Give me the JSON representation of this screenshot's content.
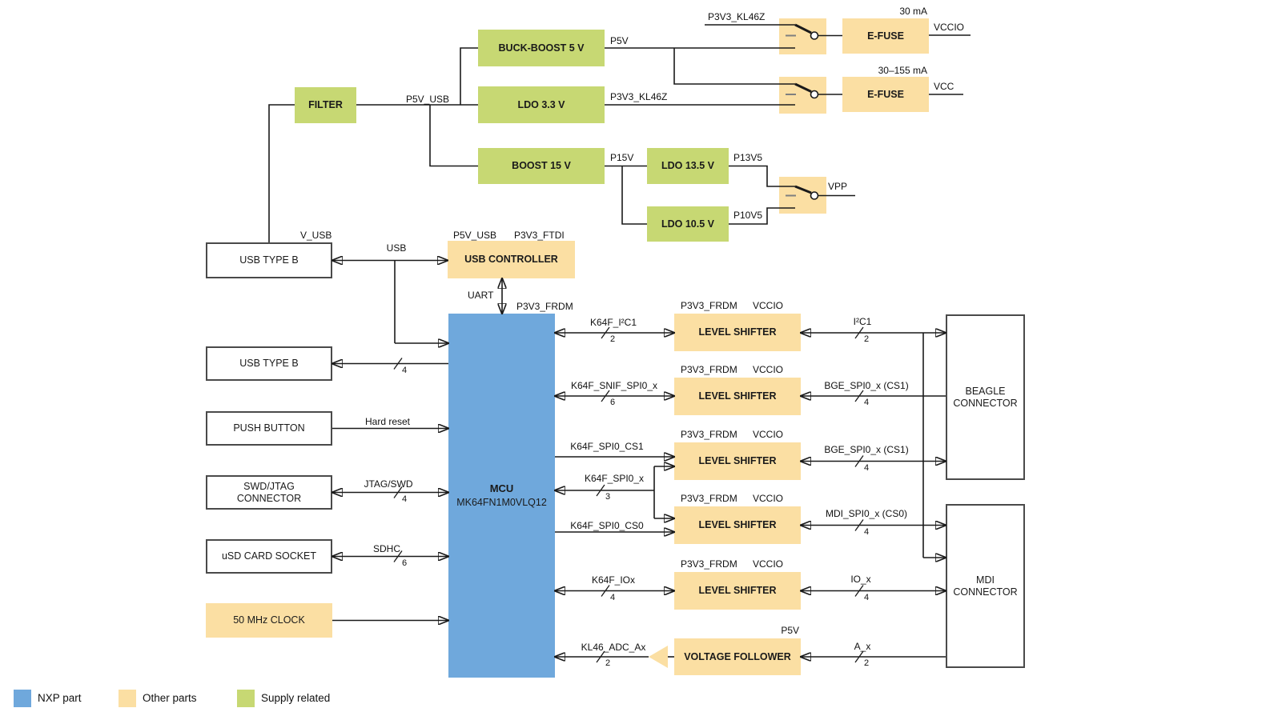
{
  "colors": {
    "nxp_blue": "#6FA8DC",
    "other_orange": "#FBDFA3",
    "supply_green": "#C7D873",
    "wire": "#1A1A1A"
  },
  "power": {
    "filter": "FILTER",
    "v_usb": "V_USB",
    "p5v_usb": "P5V_USB",
    "buck_boost": "BUCK-BOOST 5 V",
    "p5v": "P5V",
    "ldo_3v3": "LDO 3.3 V",
    "p3v3_kl46z": "P3V3_KL46Z",
    "kl46z_switch_input": "P3V3_KL46Z",
    "boost_15": "BOOST 15 V",
    "p15v": "P15V",
    "ldo_13v5": "LDO 13.5 V",
    "p13v5": "P13V5",
    "ldo_10v5": "LDO 10.5 V",
    "p10v5": "P10V5",
    "efuse_vccio": {
      "label": "E-FUSE",
      "rating": "30 mA",
      "output": "VCCIO"
    },
    "efuse_vcc": {
      "label": "E-FUSE",
      "rating": "30–155 mA",
      "output": "VCC"
    },
    "vpp": "VPP"
  },
  "usb": {
    "usb_type_b": "USB TYPE B",
    "bus": "USB",
    "controller": "USB CONTROLLER",
    "p5v_usb": "P5V_USB",
    "p3v3_ftdi": "P3V3_FTDI",
    "uart": "UART"
  },
  "mcu": {
    "title": "MCU",
    "part": "MK64FN1M0VLQ12",
    "supply": "P3V3_FRDM"
  },
  "left_ports": [
    {
      "block": "USB TYPE B",
      "width": "4"
    },
    {
      "block": "PUSH BUTTON",
      "signal": "Hard reset"
    },
    {
      "block": "SWD/JTAG CONNECTOR",
      "signal": "JTAG/SWD",
      "width": "4"
    },
    {
      "block": "uSD CARD SOCKET",
      "signal": "SDHC",
      "width": "6"
    },
    {
      "block": "50 MHz CLOCK"
    }
  ],
  "shifters": [
    {
      "label": "LEVEL SHIFTER",
      "supply_left": "P3V3_FRDM",
      "supply_right": "VCCIO",
      "mcu_signal": "K64F_I²C1",
      "mcu_width": "2",
      "io_signal": "I²C1",
      "io_width": "2"
    },
    {
      "label": "LEVEL SHIFTER",
      "supply_left": "P3V3_FRDM",
      "supply_right": "VCCIO",
      "mcu_signal": "K64F_SNIF_SPI0_x",
      "mcu_width": "6",
      "io_signal": "BGE_SPI0_x (CS1)",
      "io_width": "4"
    },
    {
      "label": "LEVEL SHIFTER",
      "supply_left": "P3V3_FRDM",
      "supply_right": "VCCIO",
      "mcu_signal": "K64F_SPI0_CS1",
      "io_signal": "BGE_SPI0_x (CS1)",
      "io_width": "4"
    },
    {
      "label": "LEVEL SHIFTER",
      "supply_left": "P3V3_FRDM",
      "supply_right": "VCCIO",
      "mcu_signal": "K64F_SPI0_CS0",
      "io_signal": "MDI_SPI0_x (CS0)",
      "io_width": "4"
    },
    {
      "label": "LEVEL SHIFTER",
      "supply_left": "P3V3_FRDM",
      "supply_right": "VCCIO",
      "mcu_signal": "K64F_IOx",
      "mcu_width": "4",
      "io_signal": "IO_x",
      "io_width": "4"
    }
  ],
  "spi_shared": {
    "signal": "K64F_SPI0_x",
    "width": "3"
  },
  "follower": {
    "label": "VOLTAGE FOLLOWER",
    "supply": "P5V",
    "mcu_signal": "KL46_ADC_Ax",
    "mcu_width": "2",
    "io_signal": "A_x",
    "io_width": "2"
  },
  "connectors": {
    "beagle": "BEAGLE CONNECTOR",
    "mdi": "MDI CONNECTOR"
  },
  "legend": [
    {
      "label": "NXP part",
      "color": "#6FA8DC"
    },
    {
      "label": "Other parts",
      "color": "#FBDFA3"
    },
    {
      "label": "Supply related",
      "color": "#C7D873"
    }
  ]
}
